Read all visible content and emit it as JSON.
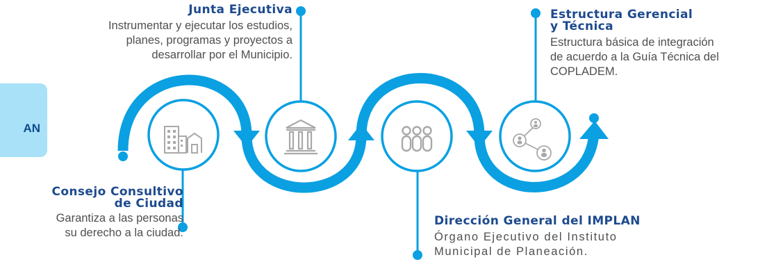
{
  "side_tab": {
    "label": "AN"
  },
  "nodes": [
    {
      "title_lines": [
        "Junta Ejecutiva"
      ],
      "desc_lines": [
        "Instrumentar y ejecutar los estudios,",
        "planes, programas y proyectos a",
        "desarrollar por el Municipio."
      ],
      "icon": "building-columns-icon"
    },
    {
      "title_lines": [
        "Consejo Consultivo",
        "de Ciudad"
      ],
      "desc_lines": [
        "Garantiza a las personas",
        "su derecho a la ciudad."
      ],
      "icon": "city-buildings-icon"
    },
    {
      "title_lines": [
        "Dirección General del IMPLAN"
      ],
      "desc_lines": [
        "Órgano Ejecutivo del Instituto",
        "Municipal de Planeación."
      ],
      "icon": "group-people-icon"
    },
    {
      "title_lines": [
        "Estructura Gerencial",
        "y Técnica"
      ],
      "desc_lines": [
        "Estructura básica de integración",
        "de acuerdo a la Guía Técnica del",
        "COPLADEM."
      ],
      "icon": "network-people-icon"
    }
  ],
  "colors": {
    "wave": "#0aa0e2",
    "circle_fill": "#ffffff",
    "icon": "#a9a9a9",
    "title": "#1d4a8e",
    "text": "#4f4f4f",
    "tab": "#a8e1f8"
  }
}
